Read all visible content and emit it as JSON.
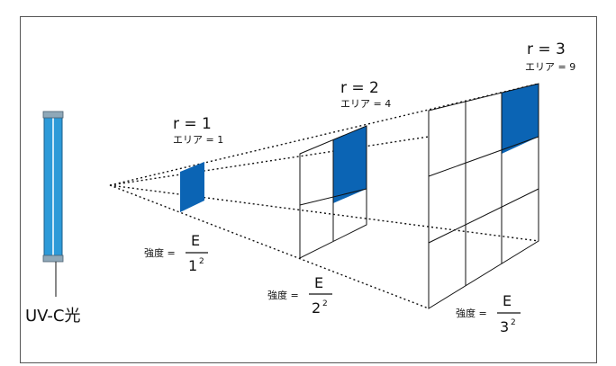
{
  "labels": {
    "source": "UV-C光",
    "r1": "r = 1",
    "area1": "エリア = 1",
    "r2": "r = 2",
    "area2": "エリア = 4",
    "r3": "r = 3",
    "area3": "エリア = 9",
    "intensity_label": "強度 =",
    "energy": "E",
    "denom1": "1",
    "denom2": "2",
    "denom3": "3",
    "exponent": "2"
  },
  "colors": {
    "lamp": "#2d9ad8",
    "highlight": "#0b64b4",
    "frame": "#555555",
    "lines": "#111111"
  }
}
